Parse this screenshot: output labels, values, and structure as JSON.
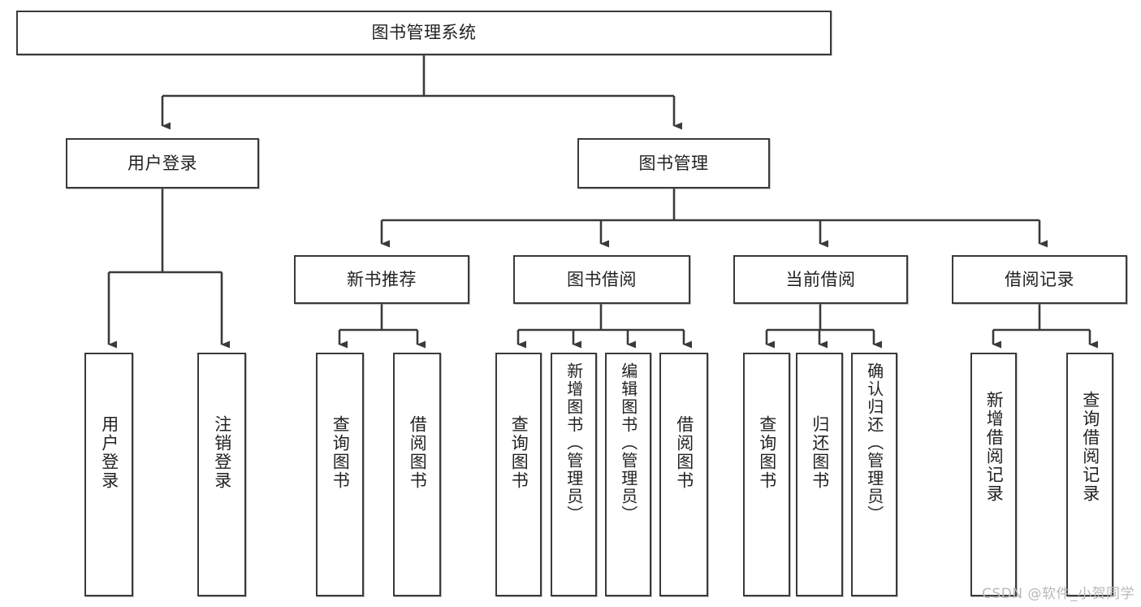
{
  "diagram": {
    "title": "图书管理系统",
    "watermark": "CSDN @软件_小贺同学",
    "line_color": "#3a3a3a",
    "box_fill": "#ffffff",
    "text_color": "#222222",
    "nodes": {
      "root": "图书管理系统",
      "level2": {
        "user_login": "用户登录",
        "book_manage": "图书管理"
      },
      "level3": {
        "new_book_recommend": "新书推荐",
        "book_borrow": "图书借阅",
        "current_borrow": "当前借阅",
        "borrow_record": "借阅记录"
      },
      "leaves": {
        "user_login_1": "用户登录",
        "user_login_2": "注销登录",
        "new_book_1": "查询图书",
        "new_book_2": "借阅图书",
        "book_borrow_1": "查询图书",
        "book_borrow_2": "新增图书（管理员）",
        "book_borrow_3": "编辑图书（管理员）",
        "book_borrow_4": "借阅图书",
        "current_borrow_1": "查询图书",
        "current_borrow_2": "归还图书",
        "current_borrow_3": "确认归还（管理员）",
        "borrow_record_1": "新增借阅记录",
        "borrow_record_2": "查询借阅记录"
      }
    }
  }
}
